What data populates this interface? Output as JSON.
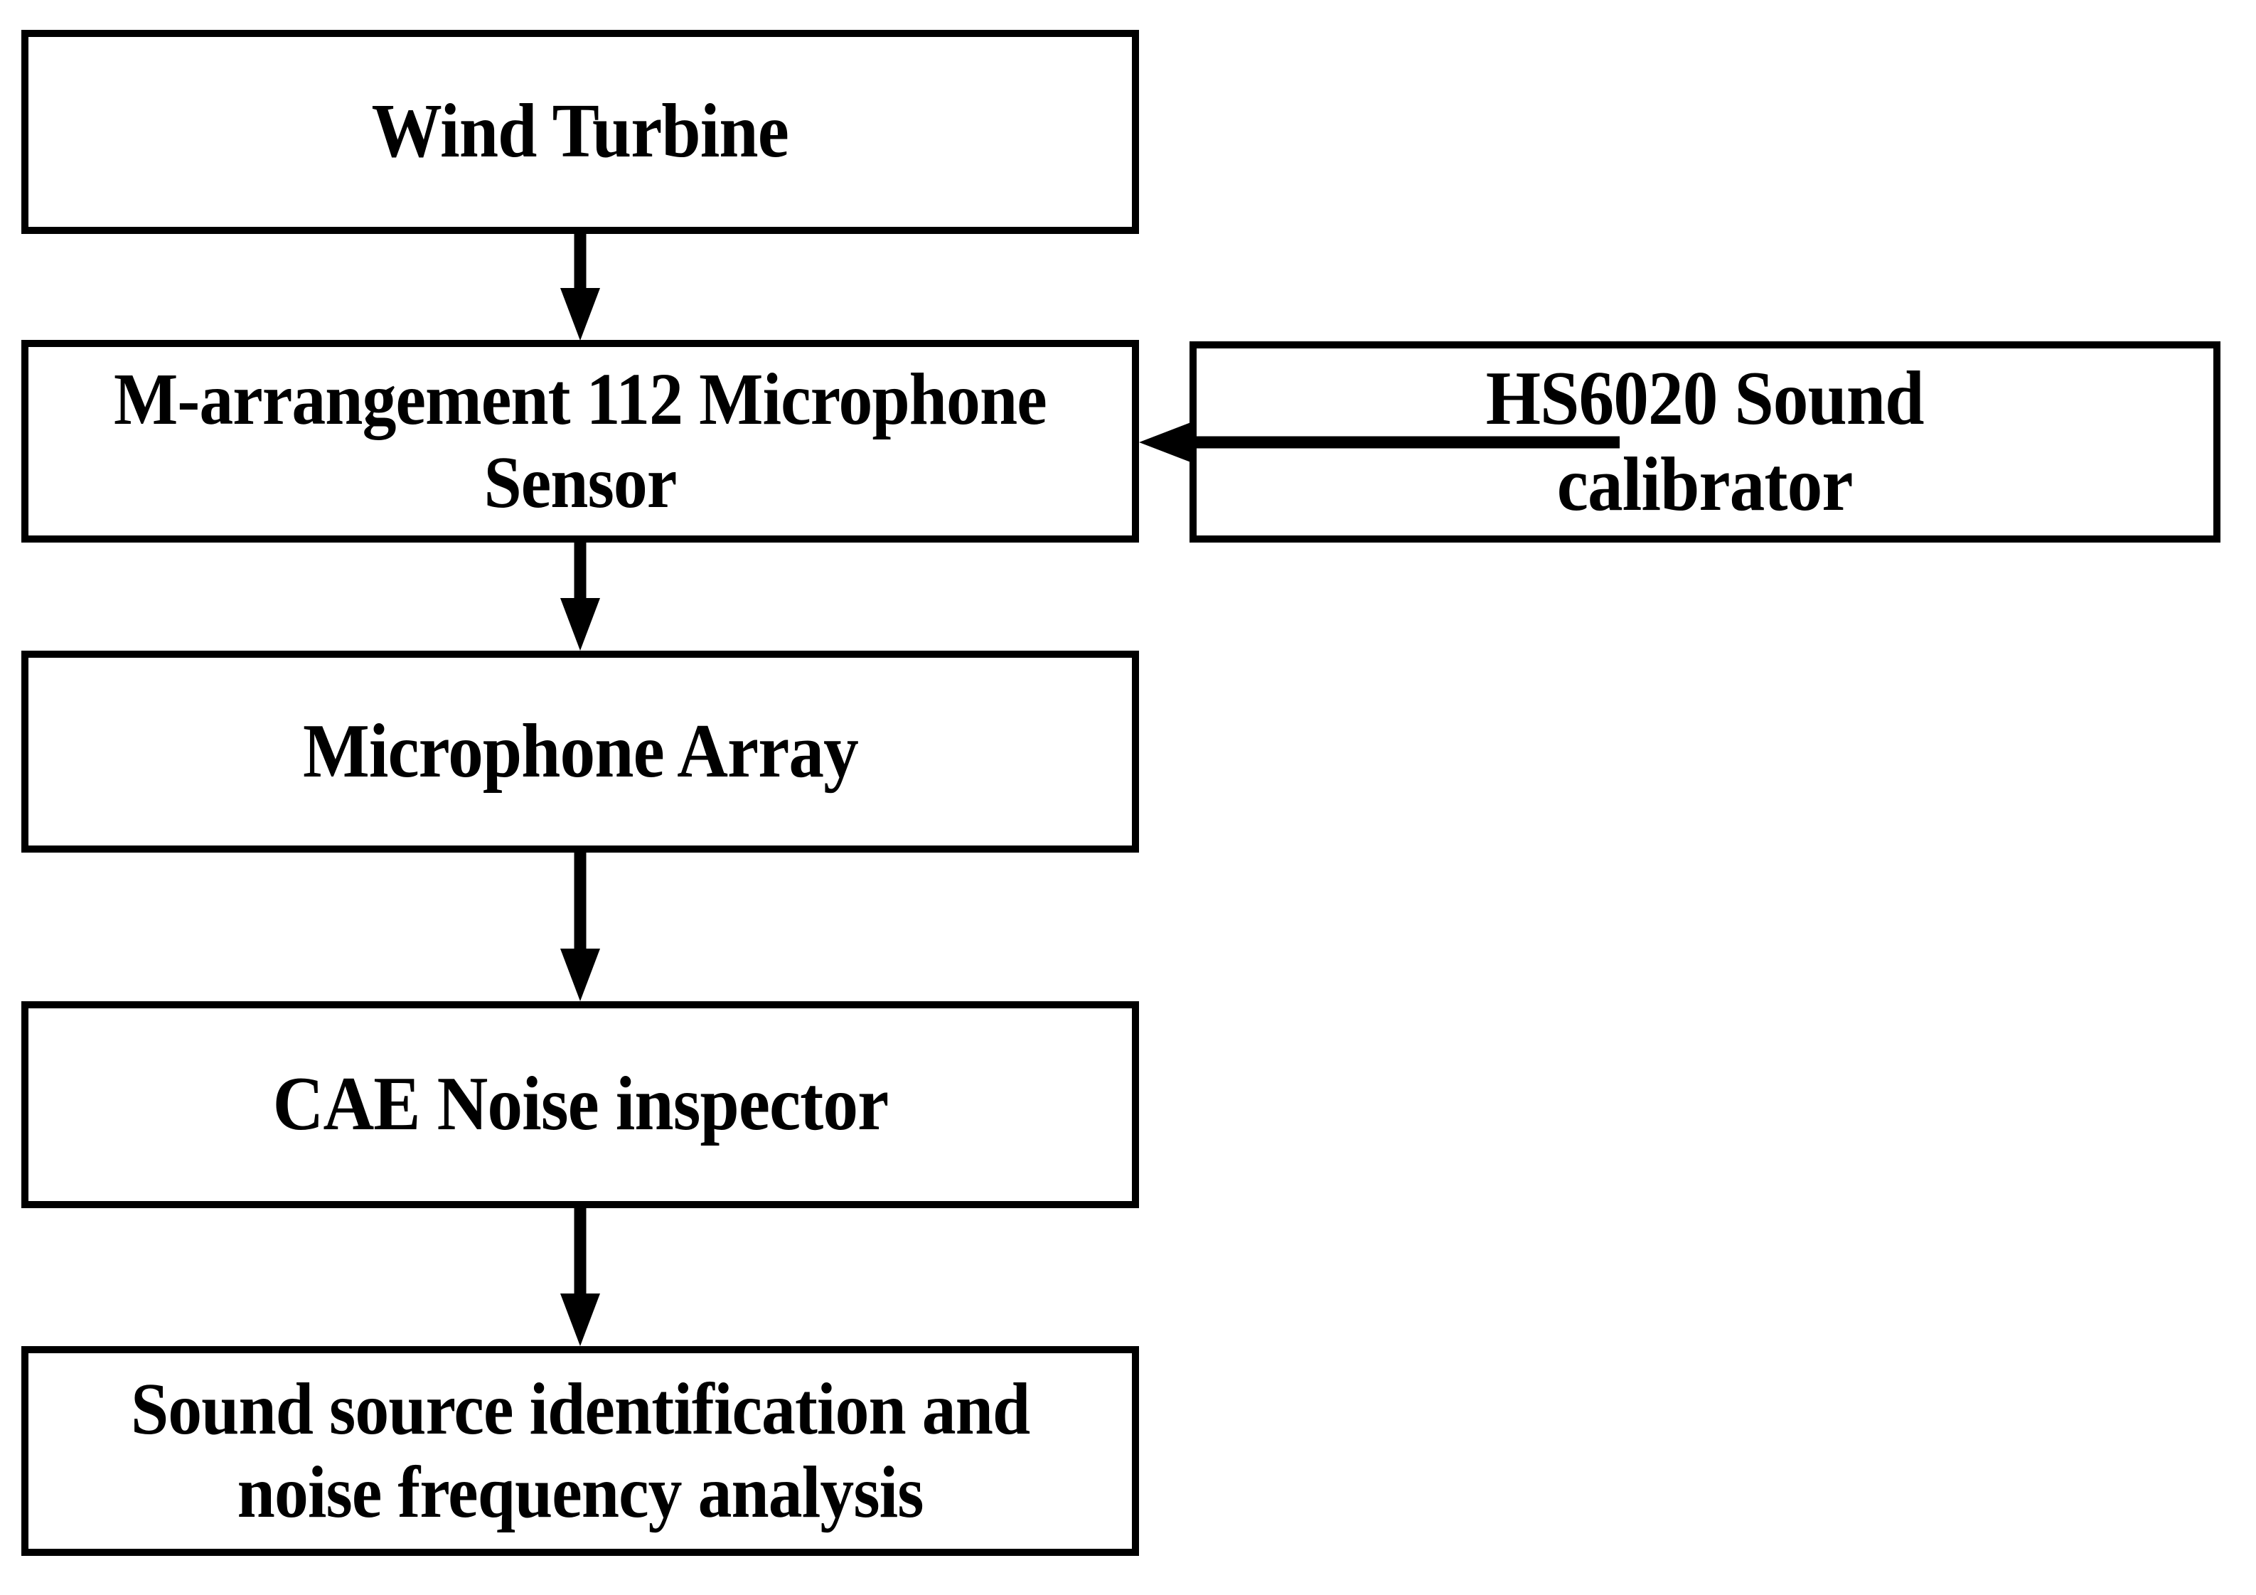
{
  "diagram": {
    "title": "Wind turbine noise measurement system flowchart",
    "stroke_color": "#000000",
    "fill_color": "#ffffff",
    "nodes": [
      {
        "id": "wind-turbine",
        "label": "Wind Turbine"
      },
      {
        "id": "mic-sensor",
        "label": "M-arrangement 112 Microphone\nSensor"
      },
      {
        "id": "mic-array",
        "label": "Microphone Array"
      },
      {
        "id": "cae-inspector",
        "label": "CAE Noise inspector"
      },
      {
        "id": "sound-analysis",
        "label": "Sound source identification and\nnoise frequency analysis"
      },
      {
        "id": "sound-calibrator",
        "label": "HS6020 Sound\ncalibrator"
      }
    ],
    "edges": [
      {
        "id": "turbine-to-sensor",
        "from": "wind-turbine",
        "to": "mic-sensor",
        "direction": "down",
        "label": ""
      },
      {
        "id": "sensor-to-array",
        "from": "mic-sensor",
        "to": "mic-array",
        "direction": "down",
        "label": ""
      },
      {
        "id": "array-to-inspector",
        "from": "mic-array",
        "to": "cae-inspector",
        "direction": "down",
        "label": ""
      },
      {
        "id": "inspector-to-analysis",
        "from": "cae-inspector",
        "to": "sound-analysis",
        "direction": "down",
        "label": ""
      },
      {
        "id": "calibrator-to-sensor",
        "from": "sound-calibrator",
        "to": "mic-sensor",
        "direction": "left",
        "label": ""
      }
    ]
  }
}
